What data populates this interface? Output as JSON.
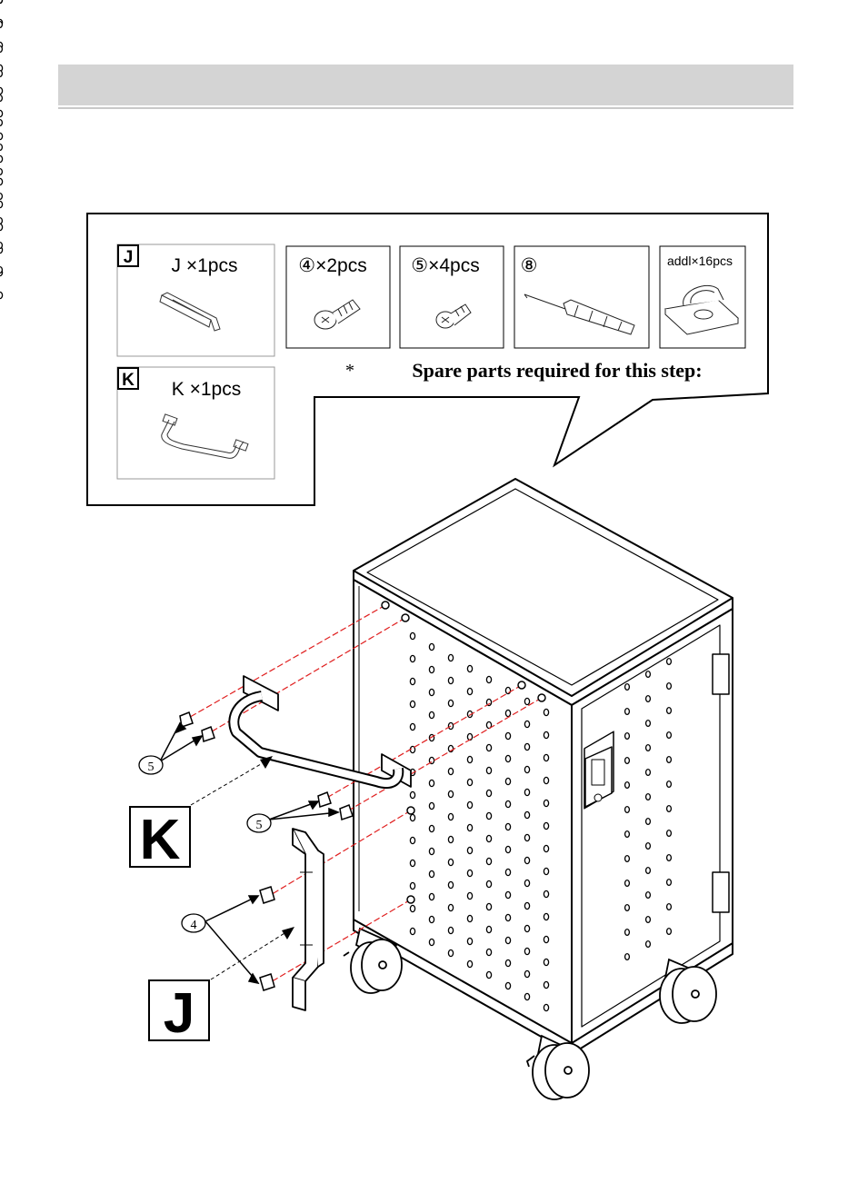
{
  "header": {
    "title": ""
  },
  "parts_panel": {
    "note_star": "*",
    "note_text": "Spare parts required for this step:",
    "parts": [
      {
        "tag": "J",
        "label": "J ×1pcs",
        "icon": "bracket-j-icon"
      },
      {
        "tag": "",
        "label": "④×2pcs",
        "icon": "screw-4-icon"
      },
      {
        "tag": "",
        "label": "⑤×4pcs",
        "icon": "screw-5-icon"
      },
      {
        "tag": "",
        "label": "⑧",
        "icon": "screwdriver-icon"
      },
      {
        "tag": "",
        "label": "addl×16pcs",
        "icon": "cable-clip-icon"
      },
      {
        "tag": "K",
        "label": "K ×1pcs",
        "icon": "handle-k-icon"
      }
    ]
  },
  "callouts": {
    "screw5_left": "5",
    "screw5_right": "5",
    "screw4": "4",
    "part_k": "K",
    "part_j": "J"
  },
  "colors": {
    "guide_line": "#e02020",
    "line": "#000000",
    "header_bar": "#d4d4d4"
  }
}
